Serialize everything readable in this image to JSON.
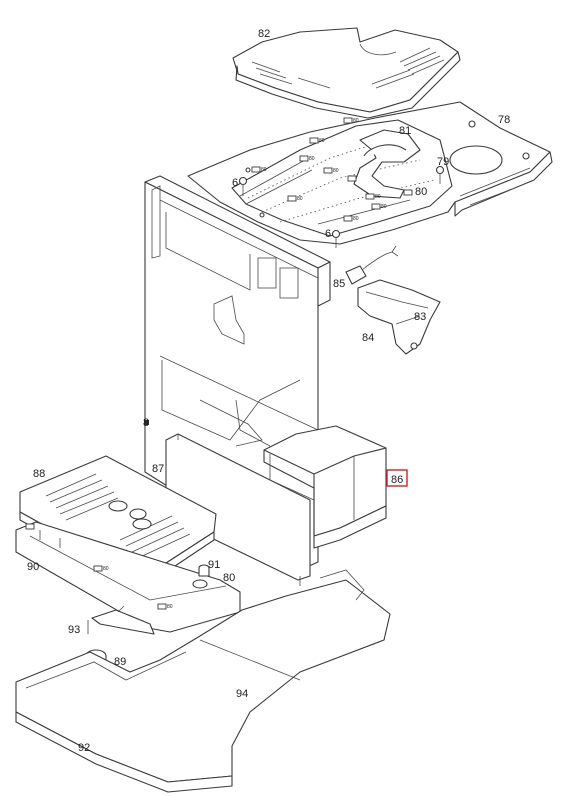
{
  "diagram": {
    "labels": {
      "p82": "82",
      "p78": "78",
      "p81": "81",
      "p79": "79",
      "p80a": "80",
      "p6a": "6",
      "p6b": "6",
      "p85": "85",
      "p83": "83",
      "p84": "84",
      "p8": "8",
      "p87": "87",
      "p86": "86",
      "p88": "88",
      "p90": "90",
      "p91": "91",
      "p80b": "80",
      "p93": "93",
      "p89": "89",
      "p94": "94",
      "p92": "92"
    },
    "mini_labels": {
      "m1": "80",
      "m2": "80",
      "m3": "80",
      "m4": "80",
      "m5": "80",
      "m6": "80",
      "m7": "80",
      "m8": "80",
      "m9": "80",
      "m10": "80",
      "m11": "80"
    },
    "highlighted_label": "86",
    "colors": {
      "line": "#3a3a3a",
      "highlight": "#d62020",
      "background": "#ffffff"
    }
  }
}
